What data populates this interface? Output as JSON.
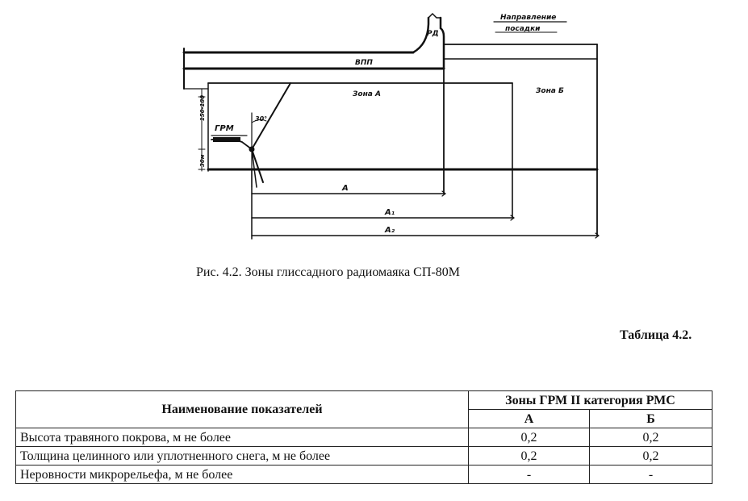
{
  "figure": {
    "labels": {
      "rd": "РД",
      "direction_line1": "Направление",
      "direction_line2": "посадки",
      "vpp": "ВПП",
      "zone_a": "Зона А",
      "zone_b": "Зона Б",
      "grm": "ГРМ",
      "angle_top": "30°",
      "dim_a": "А",
      "dim_a1": "А₁",
      "dim_a2": "А₂"
    },
    "caption": "Рис. 4.2. Зоны глиссадного радиомаяка СП-80М"
  },
  "table": {
    "title": "Таблица 4.2.",
    "header": {
      "name_col": "Наименование показателей",
      "group": "Зоны ГРМ II категория РМС",
      "col_a": "А",
      "col_b": "Б"
    },
    "rows": [
      {
        "name": "Высота травяного покрова, м не более",
        "a": "0,2",
        "b": "0,2"
      },
      {
        "name": "Толщина целинного или уплотненного снега, м не более",
        "a": "0,2",
        "b": "0,2"
      },
      {
        "name": "Неровности микрорельефа, м не более",
        "a": "-",
        "b": "-"
      }
    ]
  }
}
